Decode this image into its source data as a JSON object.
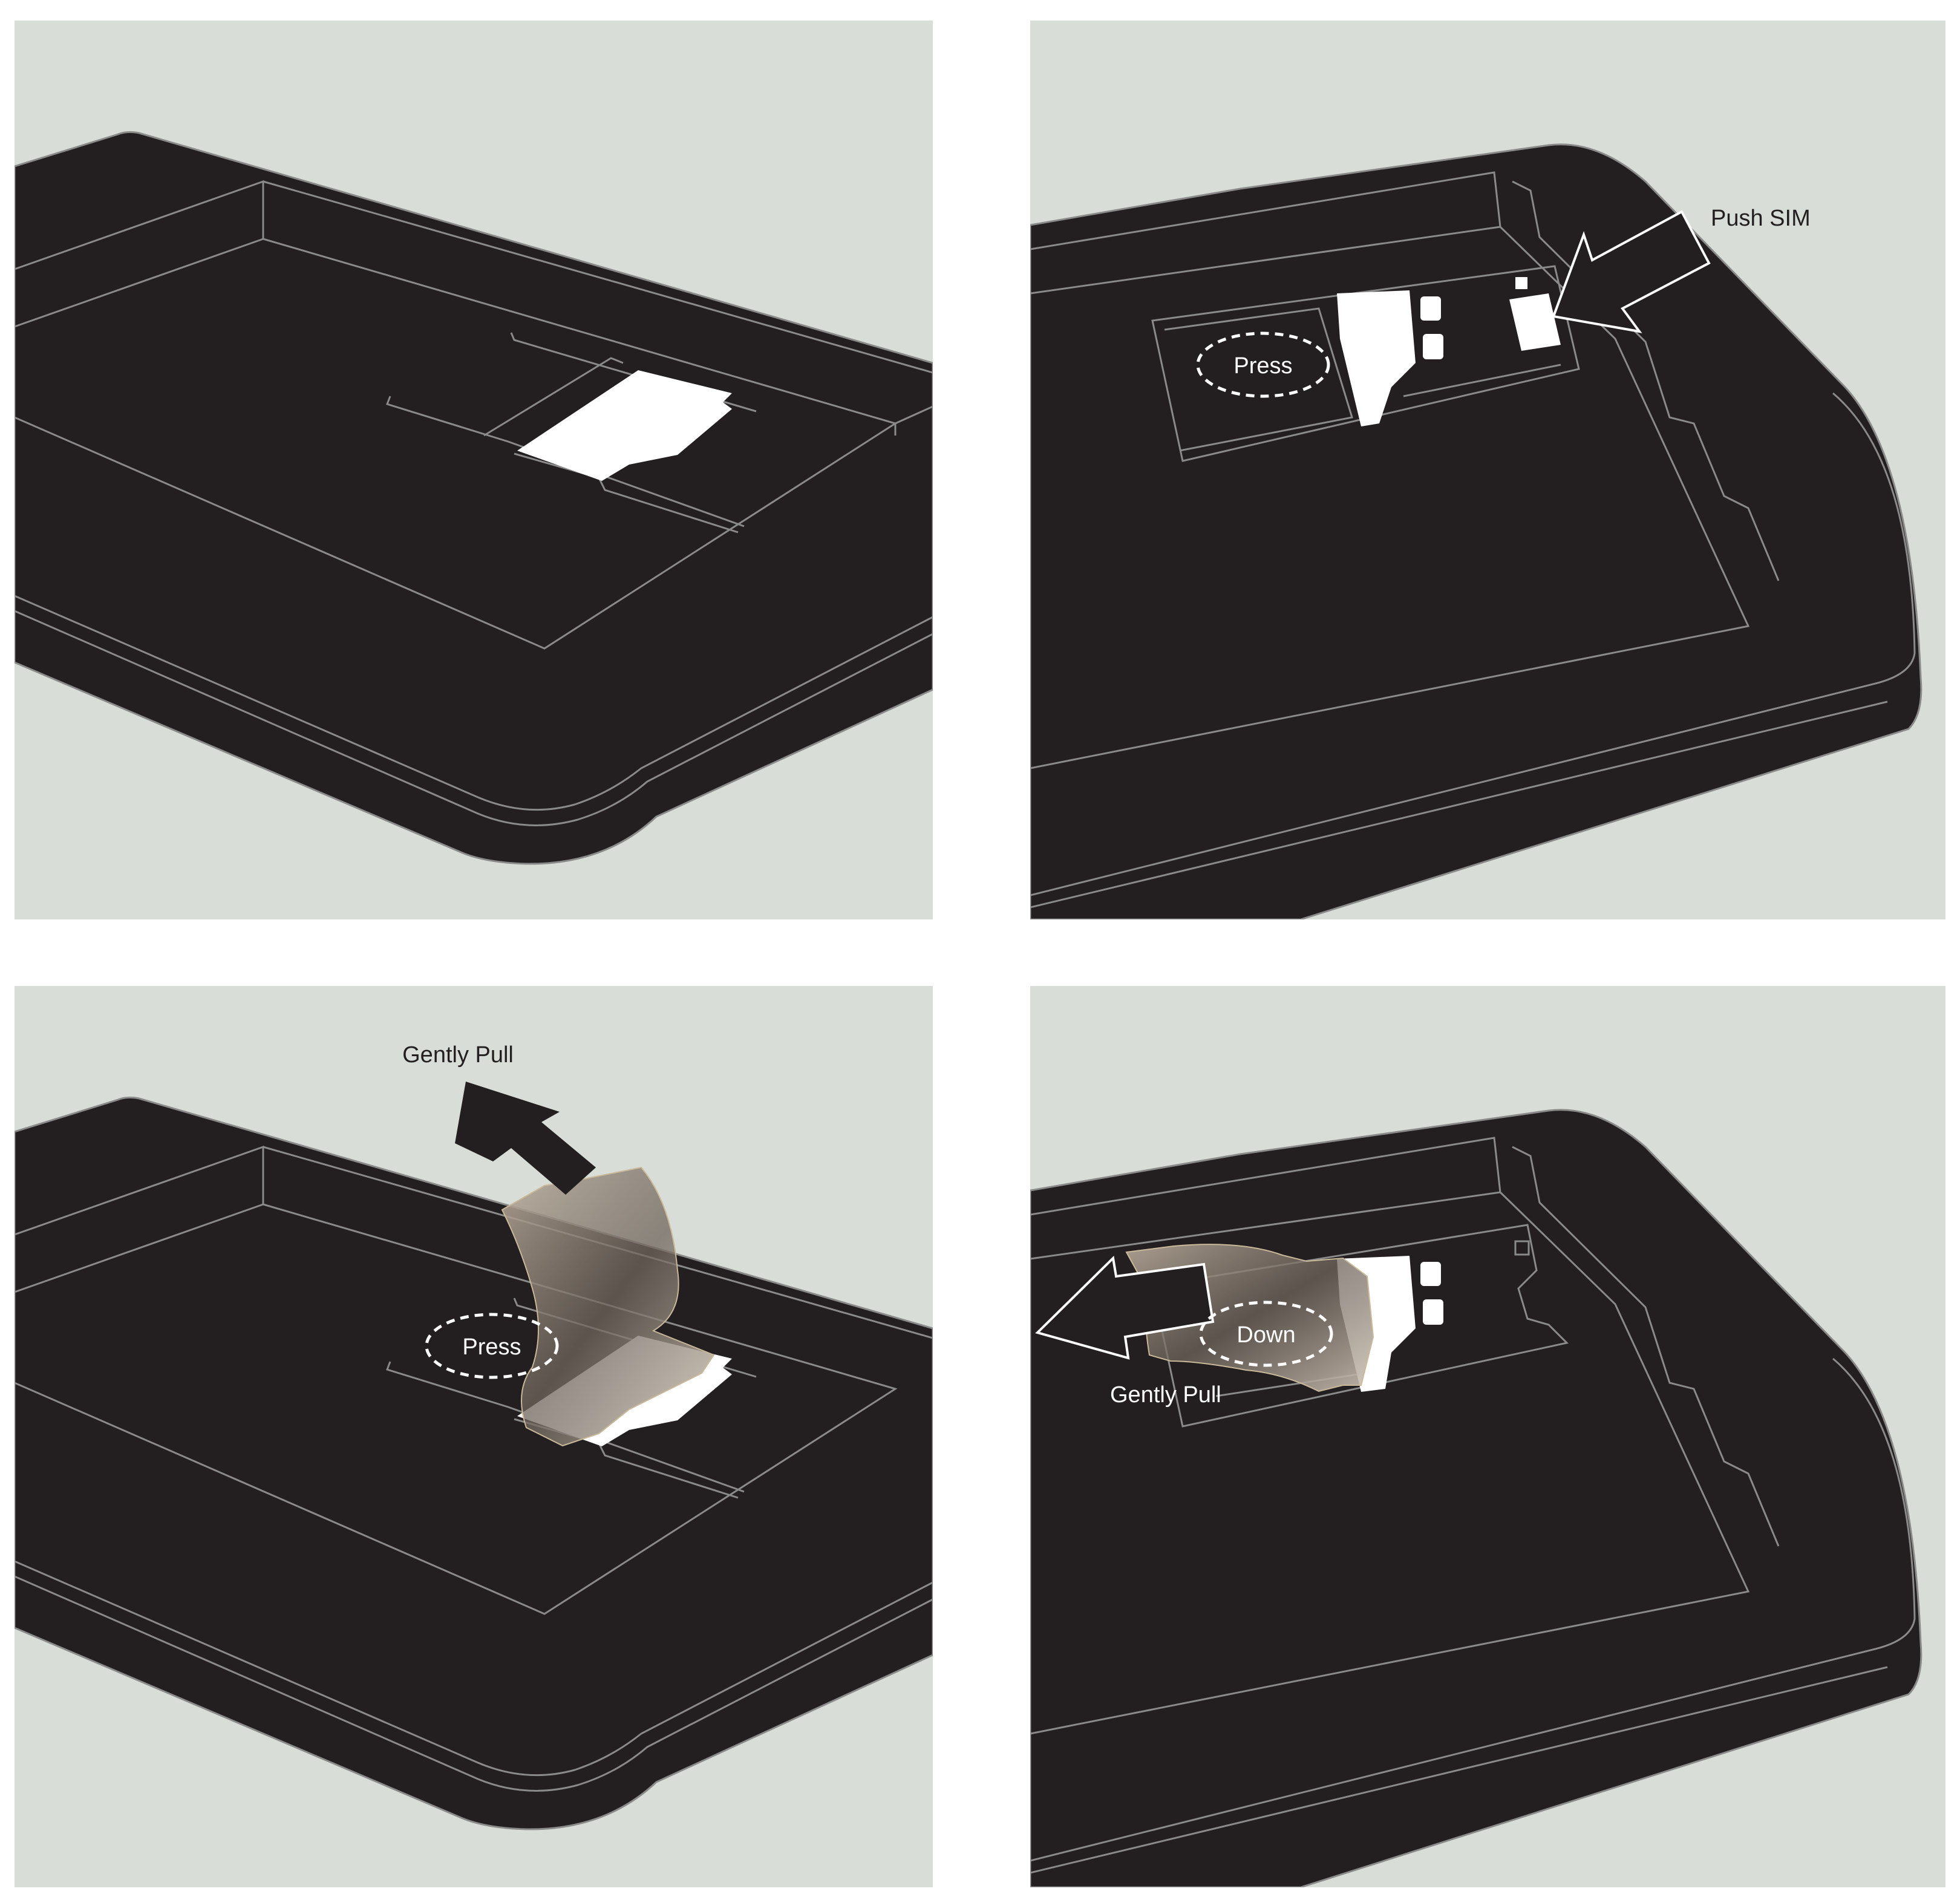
{
  "colors": {
    "background": "#d8ddd7",
    "device": "#231f20",
    "edge_line": "#8a8a8a",
    "sim_card": "#ffffff",
    "tape": "#a89b8c",
    "label_dark": "#231f20",
    "label_light": "#ffffff"
  },
  "icons": [
    "arrow-icon",
    "dashed-ellipse-icon",
    "sim-card-icon",
    "tape-icon"
  ],
  "panels": {
    "top_right": {
      "arrow_label": "Push SIM",
      "ellipse_label": "Press"
    },
    "bottom_left": {
      "arrow_label": "Gently Pull",
      "ellipse_label": "Press"
    },
    "bottom_right": {
      "arrow_label": "Gently Pull",
      "ellipse_label": "Down"
    }
  }
}
